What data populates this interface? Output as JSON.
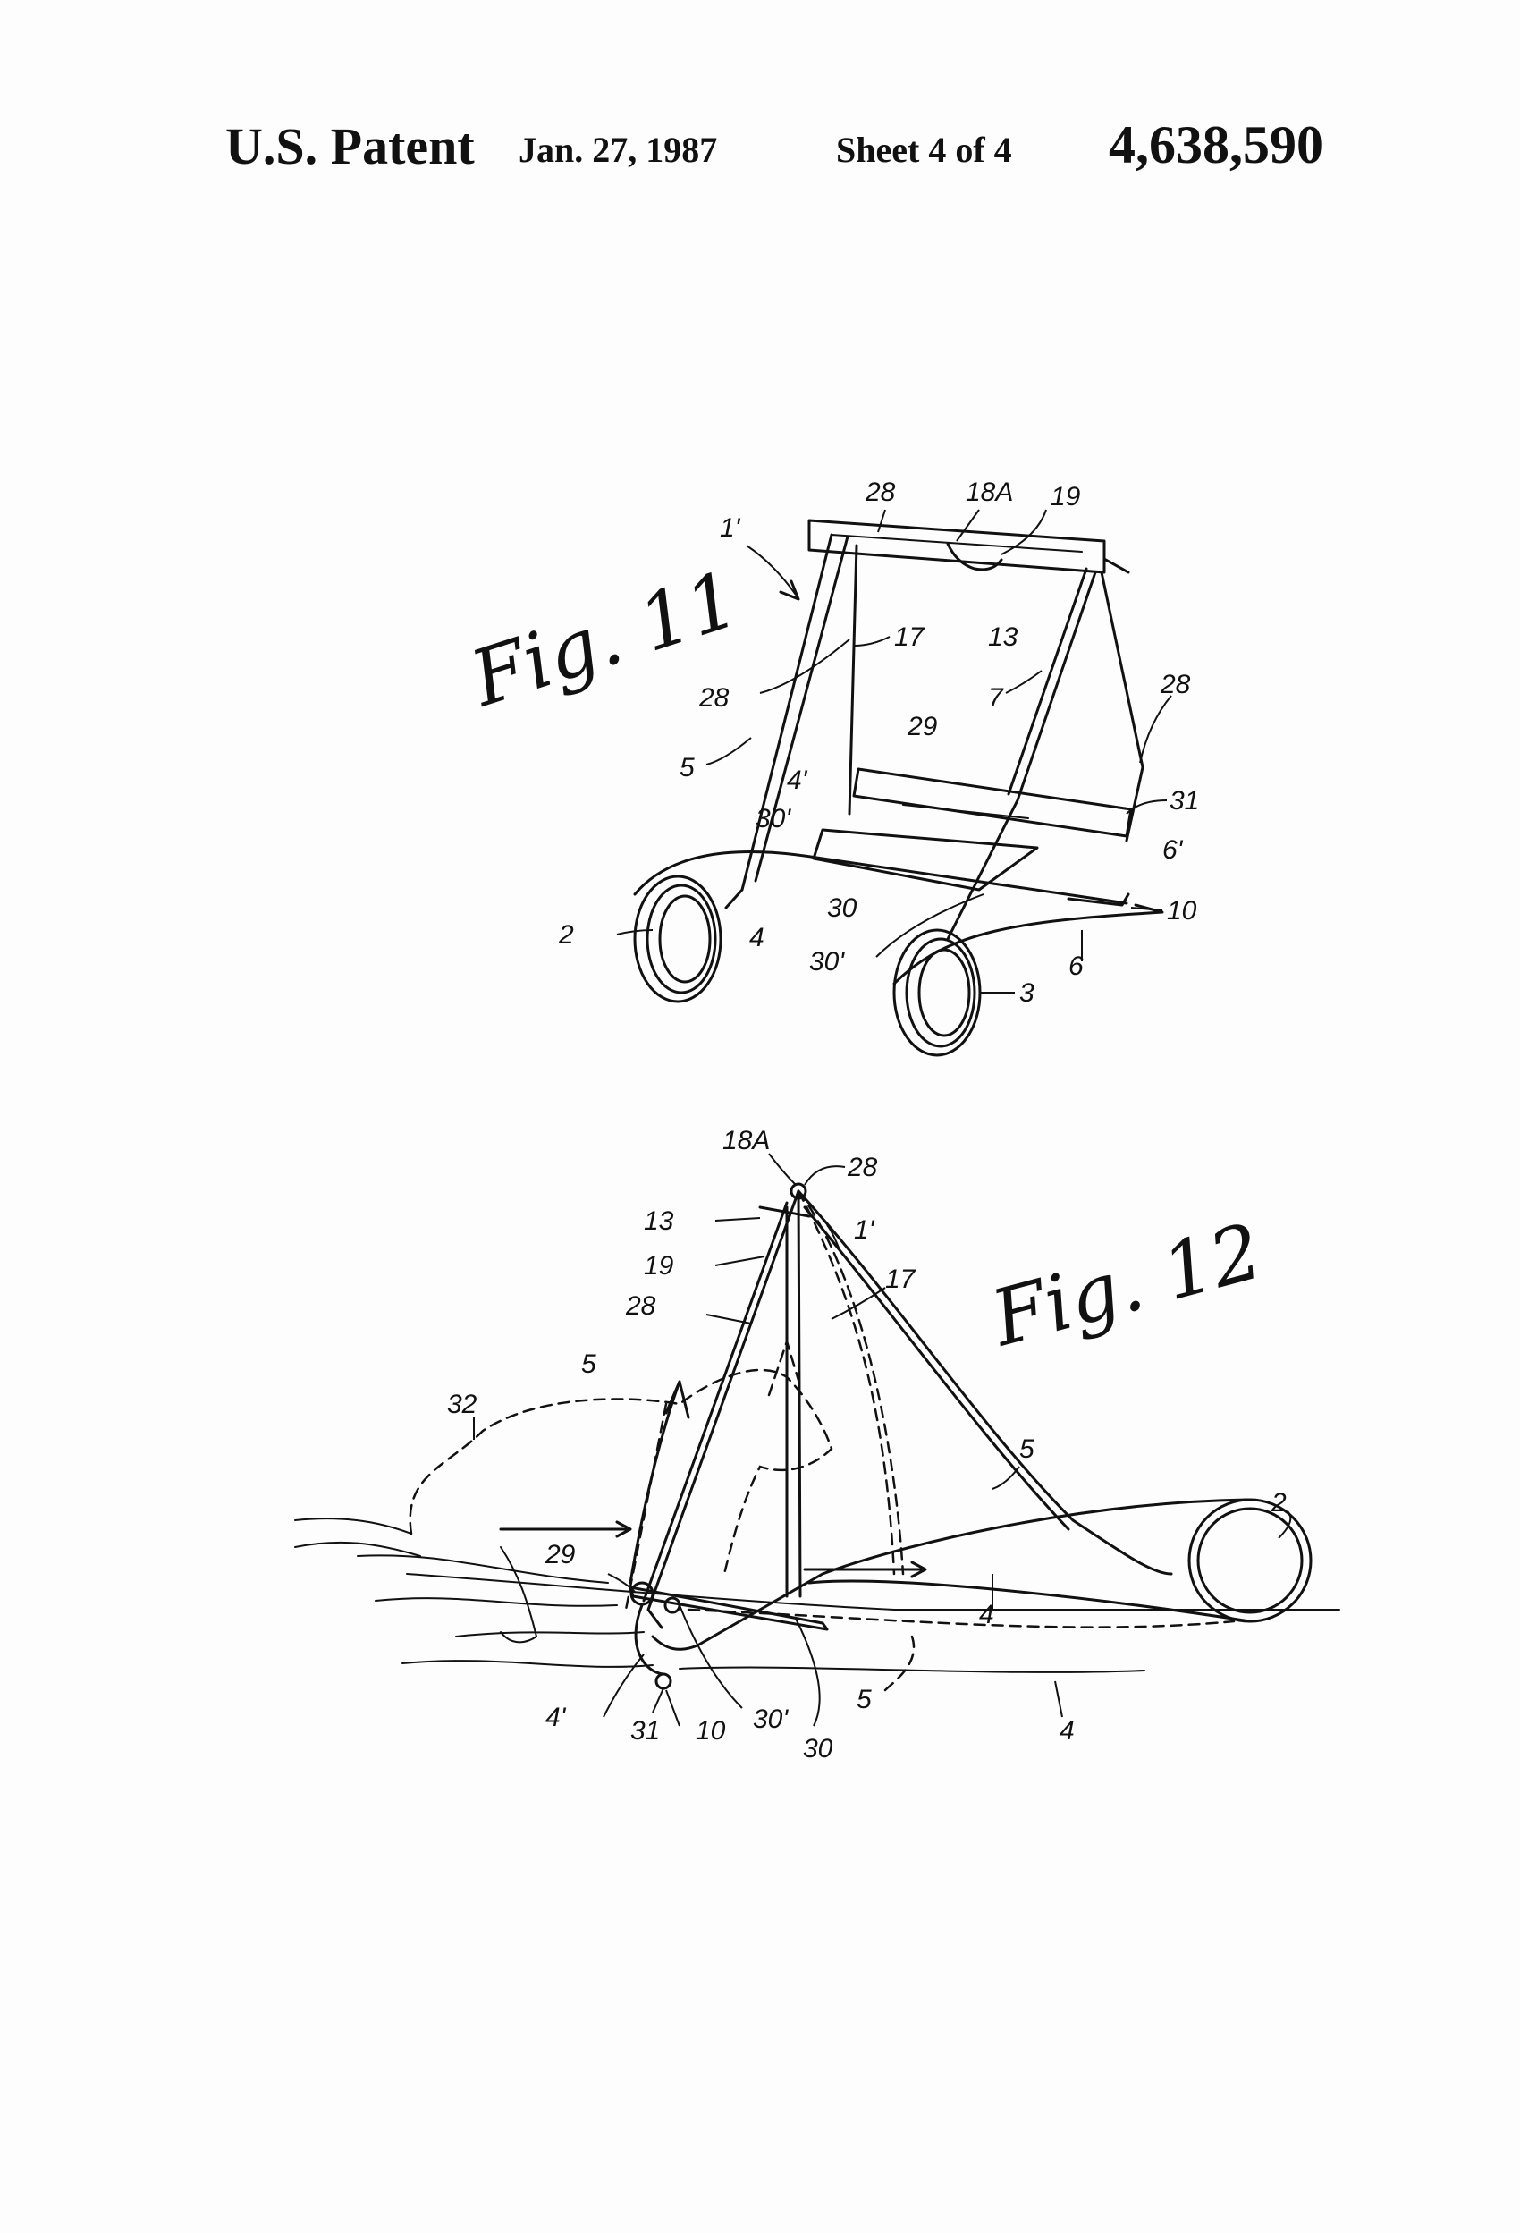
{
  "header": {
    "patent": "U.S. Patent",
    "date": "Jan. 27, 1987",
    "sheet": "Sheet 4 of 4",
    "number": "4,638,590"
  },
  "figures": {
    "fig11": {
      "title": "Fig. 11",
      "labels": {
        "l28top": "28",
        "l18a": "18A",
        "l19": "19",
        "l1p": "1'",
        "l17": "17",
        "l13": "13",
        "l28left": "28",
        "l7": "7",
        "l28right": "28",
        "l29": "29",
        "l5": "5",
        "l4p": "4'",
        "l31": "31",
        "l30p": "30'",
        "l6p": "6'",
        "l30": "30",
        "l10": "10",
        "l2": "2",
        "l4": "4",
        "l30pb": "30'",
        "l6": "6",
        "l3": "3"
      }
    },
    "fig12": {
      "title": "Fig. 12",
      "labels": {
        "l18a": "18A",
        "l28top": "28",
        "l13": "13",
        "l1p": "1'",
        "l19": "19",
        "l17": "17",
        "l28": "28",
        "l5a": "5",
        "l32": "32",
        "l5b": "5",
        "l2": "2",
        "l29": "29",
        "l4": "4",
        "l4p": "4'",
        "l31": "31",
        "l10": "10",
        "l30p": "30'",
        "l5c": "5",
        "l4b": "4",
        "l30": "30"
      }
    }
  }
}
